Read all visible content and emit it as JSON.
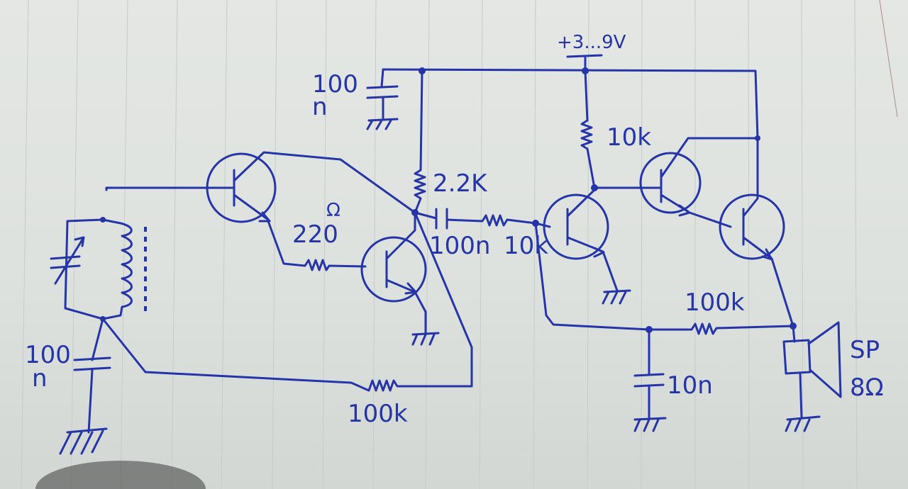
{
  "title": "Hand-drawn transistor circuit schematic",
  "labels": {
    "supply": "+3...9V",
    "c_top": "100",
    "c_top_unit": "n",
    "r_collector": "10k",
    "r_bias": "2.2K",
    "r_base_unit": "Ω",
    "r_base": "220",
    "c_couple": "100n",
    "r_couple": "10k",
    "r_feedback_right": "100k",
    "c_filter": "10n",
    "speaker_name": "SP",
    "speaker_value": "8Ω",
    "c_left": "100",
    "c_left_unit": "n",
    "r_feedback_left": "100k"
  },
  "colors": {
    "ink": "#2535a8",
    "paper": "#e0e4e0"
  }
}
